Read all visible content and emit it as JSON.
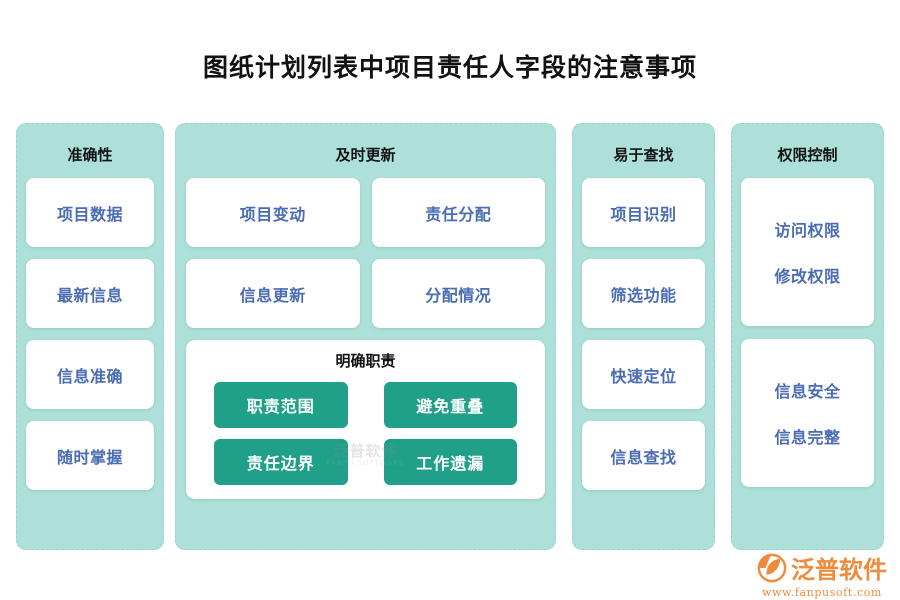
{
  "title": "图纸计划列表中项目责任人字段的注意事项",
  "theme": {
    "page_background": "#ffffff",
    "panel_background": "#ace0d9",
    "panel_border": "#9ed3cb",
    "card_background": "#ffffff",
    "card_text": "#4a6cb3",
    "header_text": "#131313",
    "pill_background": "#20a088",
    "pill_text": "#ffffff",
    "brand_color": "#ef8b3c"
  },
  "columns": [
    {
      "header": "准确性",
      "cards": [
        {
          "lines": [
            "项目数据"
          ]
        },
        {
          "lines": [
            "最新信息"
          ]
        },
        {
          "lines": [
            "信息准确"
          ]
        },
        {
          "lines": [
            "随时掌握"
          ]
        }
      ]
    },
    {
      "header": "及时更新",
      "cards": [
        {
          "lines": [
            "项目变动"
          ]
        },
        {
          "lines": [
            "责任分配"
          ]
        },
        {
          "lines": [
            "信息更新"
          ]
        },
        {
          "lines": [
            "分配情况"
          ]
        }
      ],
      "subpanel": {
        "header": "明确职责",
        "pills": [
          "职责范围",
          "避免重叠",
          "责任边界",
          "工作遗漏"
        ]
      }
    },
    {
      "header": "易于查找",
      "cards": [
        {
          "lines": [
            "项目识别"
          ]
        },
        {
          "lines": [
            "筛选功能"
          ]
        },
        {
          "lines": [
            "快速定位"
          ]
        },
        {
          "lines": [
            "信息查找"
          ]
        }
      ]
    },
    {
      "header": "权限控制",
      "cards": [
        {
          "lines": [
            "访问权限",
            "修改权限"
          ]
        },
        {
          "lines": [
            "信息安全",
            "信息完整"
          ]
        }
      ]
    }
  ],
  "watermark": {
    "cn": "泛普软件",
    "en": "FANPU SOFTWARE"
  },
  "brand": {
    "name": "泛普软件",
    "url": "www.fanpusoft.com",
    "mark": "fanpu-leaf-logo-icon"
  }
}
